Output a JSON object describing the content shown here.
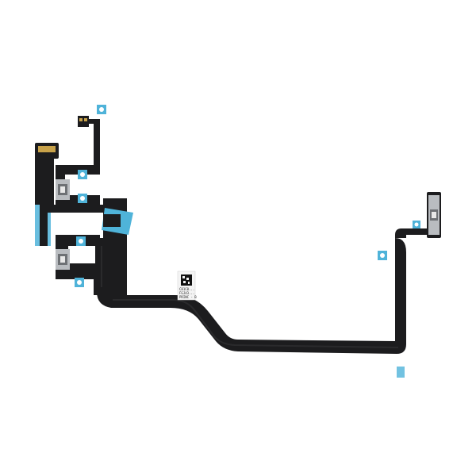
{
  "image": {
    "subject": "flex-cable",
    "background": "#ffffff",
    "colors": {
      "cable": "#1c1c1e",
      "cable_trace": "#2a2a2c",
      "adhesive": "#4fb3d9",
      "metal": "#b9bcc0",
      "metal_dark": "#6e7175",
      "contact": "#c8a24a",
      "label": "#f4f4f4"
    },
    "label_text": {
      "line1": "C81C0...",
      "line2": "FGJ43...",
      "line3": "PRINC - B"
    }
  }
}
